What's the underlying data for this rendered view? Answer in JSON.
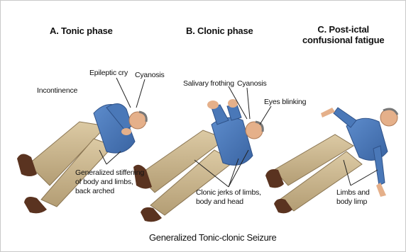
{
  "panels": [
    {
      "heading": "A. Tonic phase",
      "callouts": [
        "Epileptic cry",
        "Cyanosis",
        "Incontinence",
        "Generalized stiffening\nof body and limbs,\nback arched"
      ]
    },
    {
      "heading": "B. Clonic phase",
      "callouts": [
        "Salivary frothing",
        "Cyanosis",
        "Eyes blinking",
        "Clonic jerks of limbs,\nbody and head"
      ]
    },
    {
      "heading": "C. Post-ictal\nconfusional fatigue",
      "callouts": [
        "Limbs and\nbody limp"
      ]
    }
  ],
  "caption": "Generalized Tonic-clonic Seizure",
  "colors": {
    "shirt": "#4a78b8",
    "trousers": "#c8b48e",
    "skin": "#e5b08a",
    "shoes": "#5a3320",
    "leader": "#222222"
  }
}
